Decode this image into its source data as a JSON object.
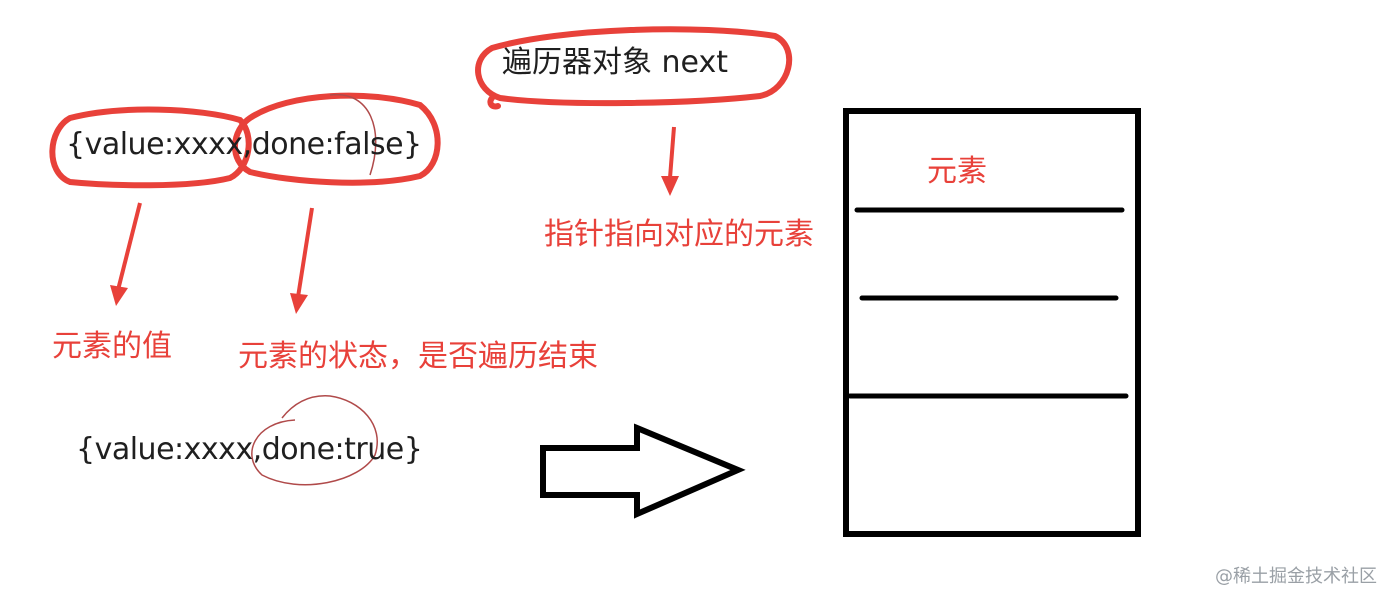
{
  "texts": {
    "obj_false": "{value:xxxx,done:false}",
    "obj_true": "{value:xxxx,done:true}",
    "iterator": "遍历器对象  next",
    "pointer_note": "指针指向对应的元素",
    "element_value": "元素的值",
    "element_state": "元素的状态，是否遍历结束",
    "element": "元素",
    "watermark": "@稀土掘金技术社区"
  },
  "colors": {
    "annotation": "#e8413a",
    "ink": "#000000",
    "thin_circle": "#b04a4a"
  }
}
